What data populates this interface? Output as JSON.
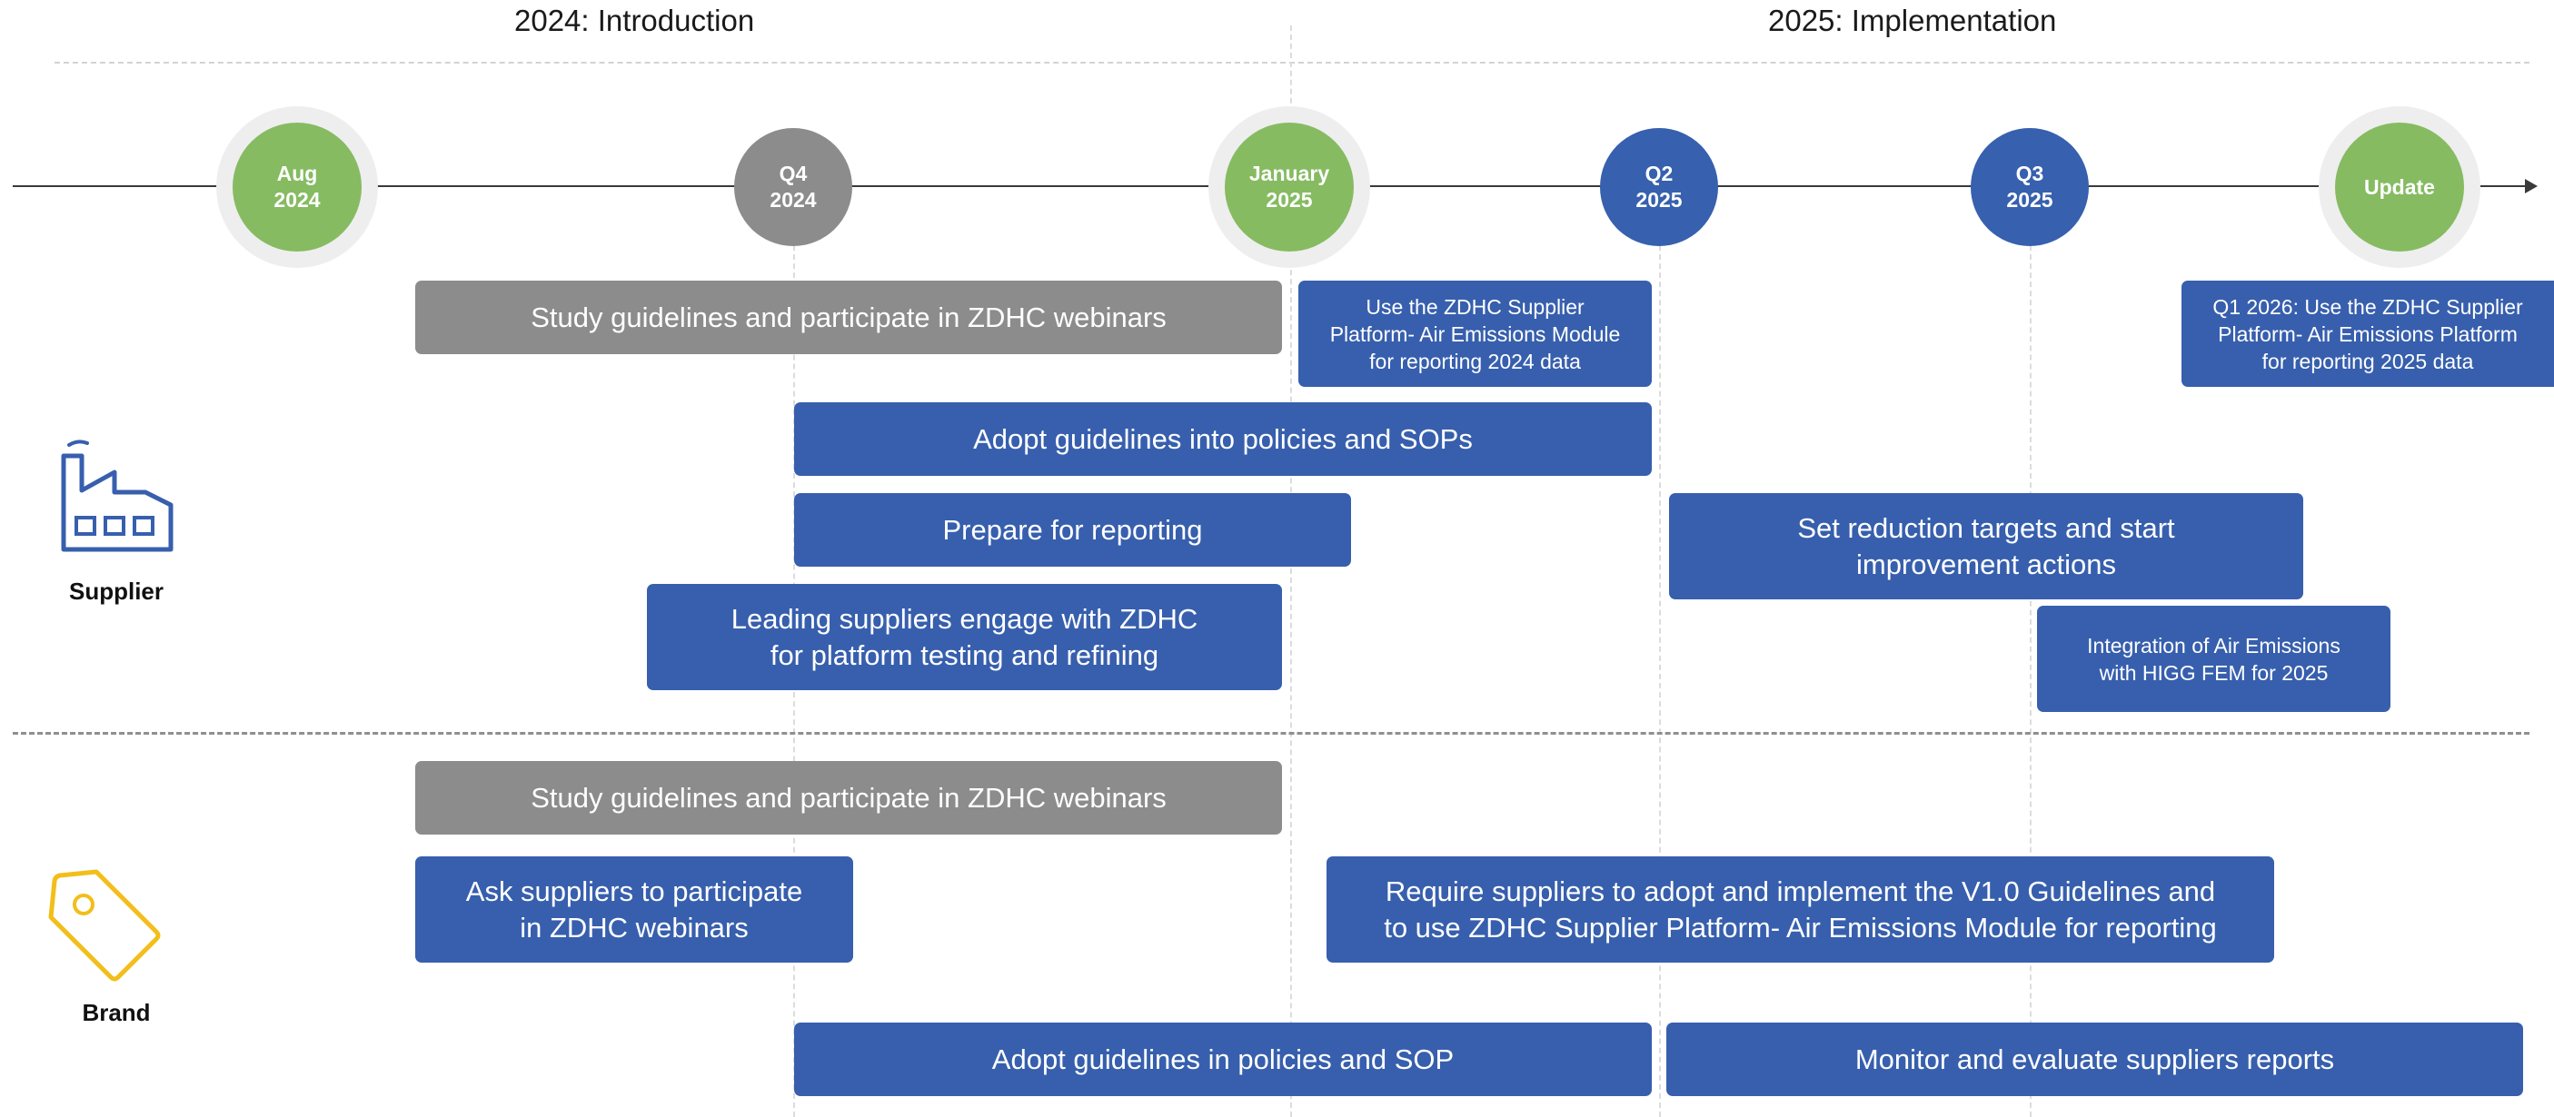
{
  "periods": [
    {
      "label": "2024: Introduction"
    },
    {
      "label": "2025:  Implementation"
    }
  ],
  "milestones": [
    {
      "line1": "Aug",
      "line2": "2024",
      "style": "green"
    },
    {
      "line1": "Q4",
      "line2": "2024",
      "style": "grey"
    },
    {
      "line1": "January",
      "line2": "2025",
      "style": "green"
    },
    {
      "line1": "Q2",
      "line2": "2025",
      "style": "blue"
    },
    {
      "line1": "Q3",
      "line2": "2025",
      "style": "blue"
    },
    {
      "line1": "Update",
      "line2": "",
      "style": "green"
    }
  ],
  "roles": {
    "supplier": {
      "label": "Supplier",
      "icon": "factory-icon"
    },
    "brand": {
      "label": "Brand",
      "icon": "price-tag-icon"
    }
  },
  "supplier_tasks": [
    {
      "lines": [
        "Study guidelines and participate in ZDHC webinars"
      ],
      "color": "grey"
    },
    {
      "lines": [
        "Use the ZDHC Supplier",
        "Platform- Air Emissions Module",
        "for reporting 2024 data"
      ],
      "color": "blue"
    },
    {
      "lines": [
        "Q1 2026: Use the ZDHC Supplier",
        "Platform- Air Emissions Platform",
        "for reporting 2025 data"
      ],
      "color": "blue"
    },
    {
      "lines": [
        "Adopt guidelines into policies and SOPs"
      ],
      "color": "blue"
    },
    {
      "lines": [
        "Prepare for reporting"
      ],
      "color": "blue"
    },
    {
      "lines": [
        "Set reduction targets and start",
        "improvement actions"
      ],
      "color": "blue"
    },
    {
      "lines": [
        "Leading suppliers engage with ZDHC",
        "for platform testing and refining"
      ],
      "color": "blue"
    },
    {
      "lines": [
        "Integration of Air Emissions",
        "with HIGG FEM for 2025"
      ],
      "color": "blue"
    }
  ],
  "brand_tasks": [
    {
      "lines": [
        "Study guidelines and participate in ZDHC webinars"
      ],
      "color": "grey"
    },
    {
      "lines": [
        "Ask suppliers to participate",
        "in ZDHC webinars"
      ],
      "color": "blue"
    },
    {
      "lines": [
        "Require suppliers to adopt and implement the V1.0 Guidelines and",
        "to use ZDHC Supplier Platform- Air Emissions Module for reporting"
      ],
      "color": "blue"
    },
    {
      "lines": [
        "Adopt guidelines in policies and SOP"
      ],
      "color": "blue"
    },
    {
      "lines": [
        "Monitor and evaluate suppliers reports"
      ],
      "color": "blue"
    }
  ],
  "colors": {
    "blue": "#375fad",
    "green": "#86bb62",
    "grey": "#8c8c8c",
    "brand_icon": "#f2be1a"
  }
}
